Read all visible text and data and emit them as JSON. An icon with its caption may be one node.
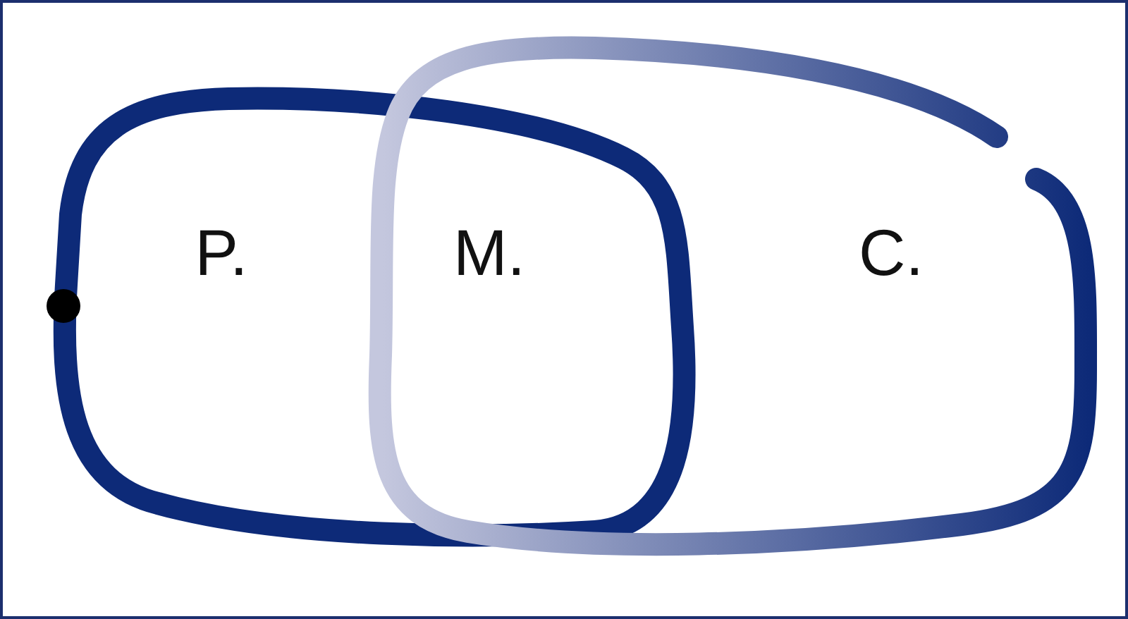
{
  "diagram": {
    "nodes": [
      {
        "text": [
          "P."
        ]
      },
      {
        "text": [
          "C."
        ]
      }
    ],
    "labels": [
      "M."
    ]
  }
}
